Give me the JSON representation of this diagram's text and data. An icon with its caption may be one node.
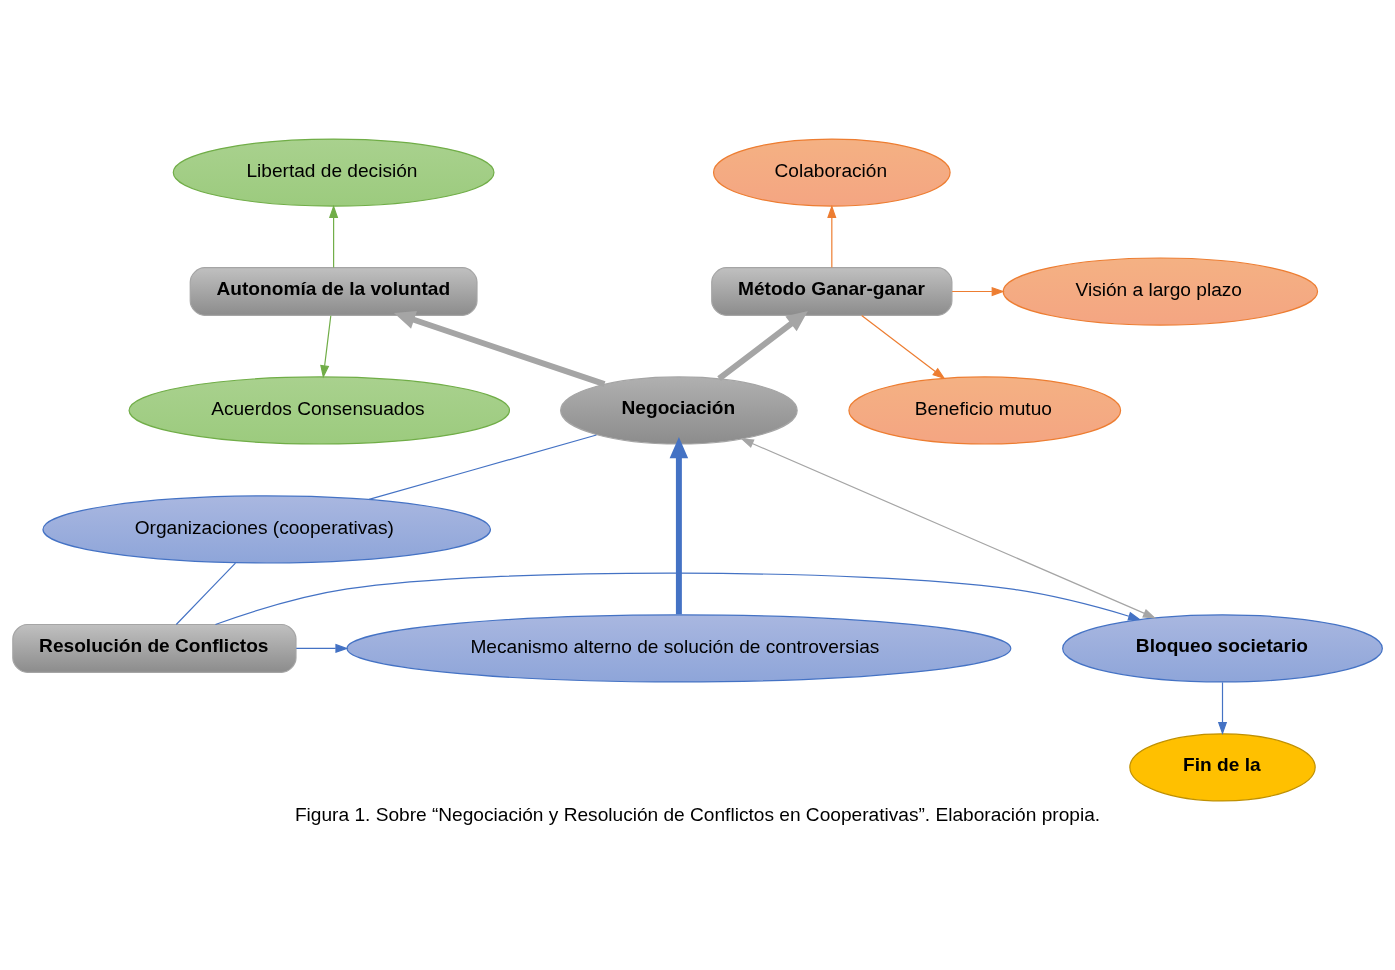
{
  "diagram": {
    "caption": "Figura 1. Sobre “Negociación y Resolución de Conflictos en Cooperativas”. Elaboración propia.",
    "nodes": [
      {
        "text": [
          "Libertad de decisión"
        ]
      },
      {
        "text": [
          "Colaboración"
        ]
      },
      {
        "text": [
          "Método Ganar-ganar"
        ]
      },
      {
        "text": [
          "Visión a largo plazo"
        ]
      },
      {
        "text": [
          "Autonomía de la voluntad"
        ]
      },
      {
        "text": [
          "Beneficio mutuo"
        ]
      },
      {
        "text": [
          "Acuerdos Consensuados"
        ]
      },
      {
        "text": [
          "Negociación"
        ]
      },
      {
        "text": [
          "Organizaciones (cooperativas)"
        ]
      },
      {
        "text": [
          "Mecanismo alterno de solución de controversias"
        ]
      },
      {
        "text": [
          "Bloqueo societario"
        ]
      },
      {
        "text": [
          "Resolución de Conflictos"
        ]
      },
      {
        "text": [
          "Fin de la"
        ]
      }
    ],
    "edges": [
      {
        "from": 4,
        "to": 0,
        "arrow": "to",
        "color": "#70ad47"
      },
      {
        "from": 2,
        "to": 1,
        "arrow": "to",
        "color": "#ed7d31"
      },
      {
        "from": 2,
        "to": 3,
        "arrow": "to",
        "color": "#ed7d31"
      },
      {
        "from": 2,
        "to": 5,
        "arrow": "to",
        "color": "#ed7d31"
      },
      {
        "from": 4,
        "to": 6,
        "arrow": "to",
        "color": "#70ad47"
      },
      {
        "from": 7,
        "to": 4,
        "arrow": "to",
        "style": "thick",
        "color": "#a5a5a5"
      },
      {
        "from": 7,
        "to": 2,
        "arrow": "to",
        "style": "thick",
        "color": "#a5a5a5"
      },
      {
        "from": 9,
        "to": 7,
        "arrow": "to",
        "style": "thick"
      },
      {
        "from": 7,
        "to": 10,
        "arrow": "both",
        "color": "#a5a5a5"
      },
      {
        "from": 7,
        "to": 8,
        "arrow": "none"
      },
      {
        "from": 8,
        "to": 11,
        "arrow": "none"
      },
      {
        "from": 11,
        "to": 9,
        "arrow": "to"
      },
      {
        "from": 11,
        "to": 10,
        "arrow": "to"
      },
      {
        "from": 10,
        "to": 12,
        "arrow": "to"
      }
    ]
  }
}
